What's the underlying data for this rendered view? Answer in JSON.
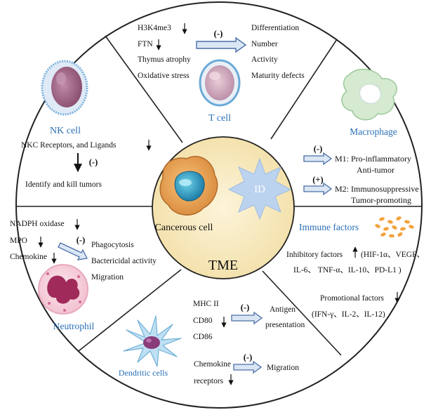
{
  "colors": {
    "outline": "#222222",
    "center_fill": "#f8ebc1",
    "label_blue": "#2a6fb6",
    "text": "#111111",
    "arrow_fill": "#dbe6f5",
    "arrow_stroke": "#4a6fa5",
    "id_star": "#bcd3ef"
  },
  "center": {
    "cell_label": "Cancerous cell",
    "id_label": "ID",
    "tme_label": "TME"
  },
  "tcell": {
    "title": "T cell",
    "causes": [
      "H3K4me3",
      "FTN",
      "Thymus atrophy",
      "Oxidative stress"
    ],
    "effect_sign": "(-)",
    "effects": [
      "Differentiation",
      "Number",
      "Activity",
      "Maturity defects"
    ]
  },
  "macrophage": {
    "title": "Macrophage",
    "m1_sign": "(-)",
    "m1_line1": "M1: Pro-inflammatory",
    "m1_line2": "Anti-tumor",
    "m2_sign": "(+)",
    "m2_line1": "M2: Immunosuppressive",
    "m2_line2": "Tumor-promoting"
  },
  "nkcell": {
    "title": "NK cell",
    "line1": "NKC Receptors, and Ligands",
    "sign": "(-)",
    "line2": "Identify and kill tumors"
  },
  "neutrophil": {
    "title": "Neutrophil",
    "causes": [
      "NADPH oxidase",
      "MPO",
      "Chemokine"
    ],
    "sign": "(-)",
    "effects": [
      "Phagocytosis",
      "Bactericidal activity",
      "Migration"
    ]
  },
  "immune": {
    "title": "Immune factors",
    "inhibitory_label": "Inhibitory factors",
    "inhibitory_list1": "(HIF-1α、VEGF、",
    "inhibitory_list2": "IL-6、 TNF-α、IL-10、PD-L1 )",
    "promotional_label": "Promotional factors",
    "promotional_list": "(IFN-γ、IL-2、IL-12)"
  },
  "dendritic": {
    "title": "Dendritic cells",
    "markers": [
      "MHC II",
      "CD80",
      "CD86"
    ],
    "sign1": "(-)",
    "effect1_line1": "Antigen",
    "effect1_line2": "presentation",
    "chemokine_line1": "Chemokine",
    "chemokine_line2": "receptors",
    "sign2": "(-)",
    "effect2": "Migration"
  }
}
